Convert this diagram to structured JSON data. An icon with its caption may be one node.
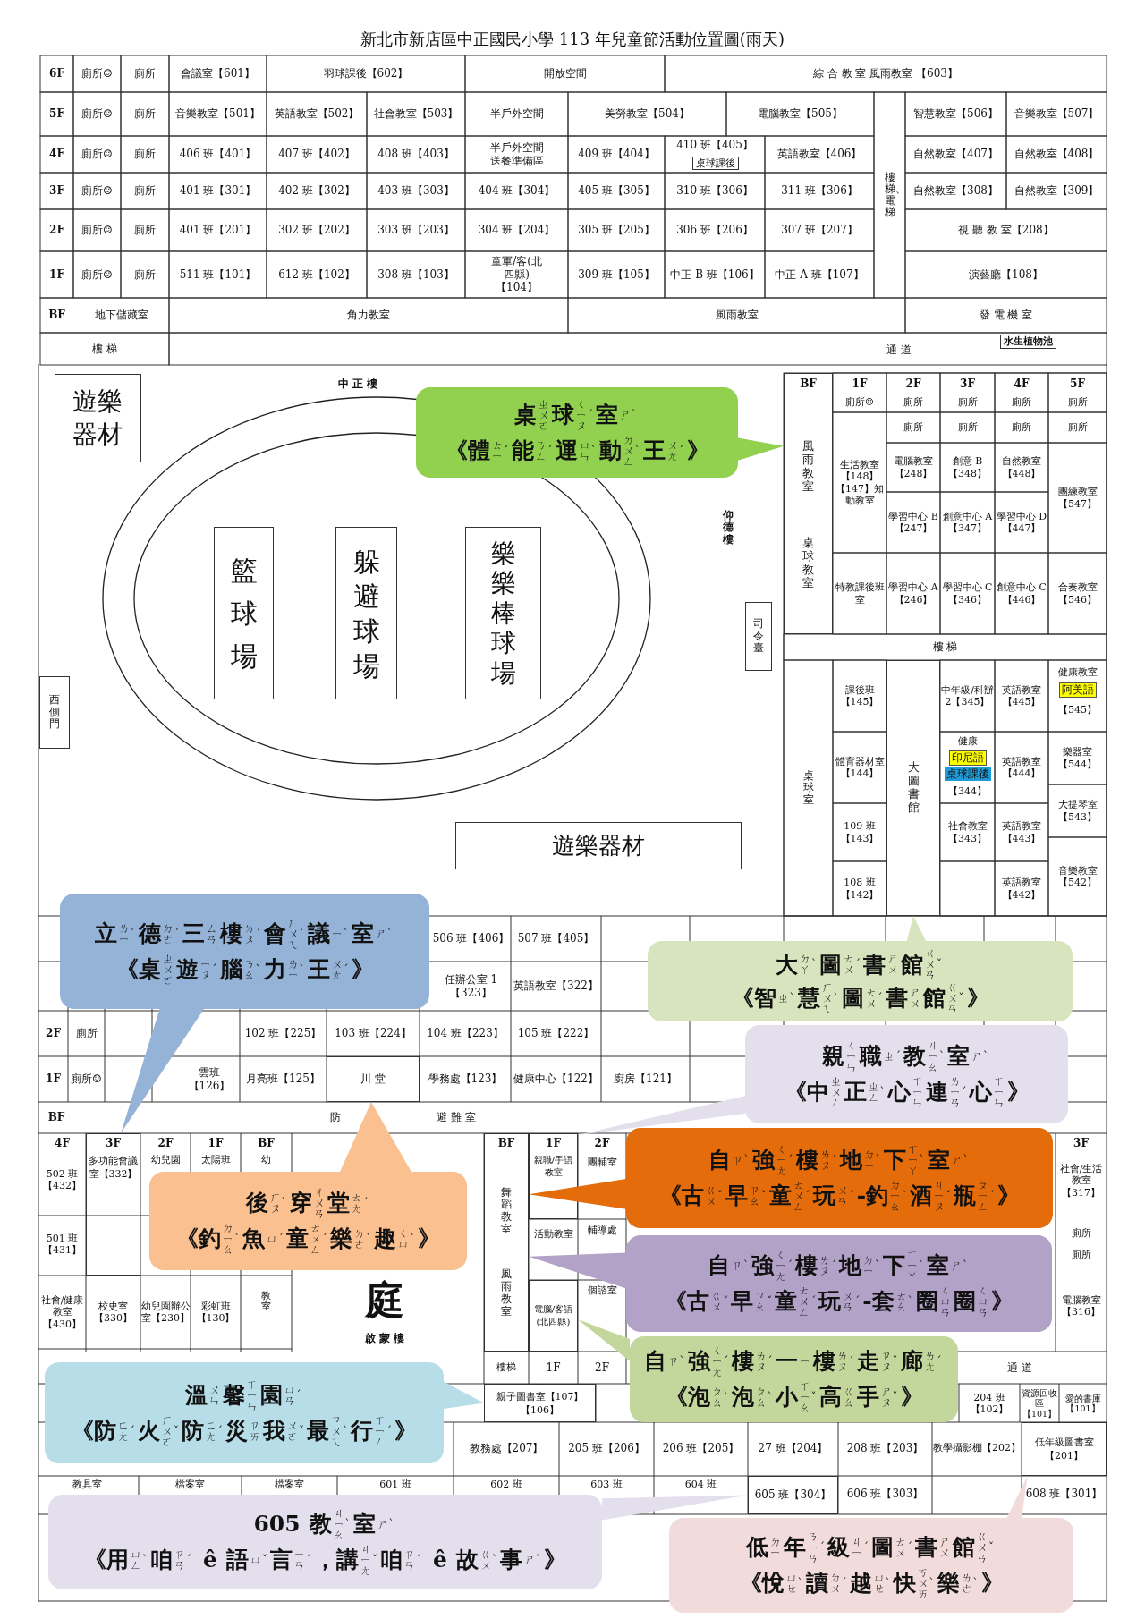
{
  "diagram": {
    "title": "新北市新店區中正國民小學 113 年兒童節活動位置圖(雨天)",
    "nodes": [
      {
        "text": [
          "遊樂器材"
        ]
      },
      {
        "text": [
          "籃球場"
        ]
      },
      {
        "text": [
          "躲避球場"
        ]
      },
      {
        "text": [
          "樂樂棒球場"
        ]
      },
      {
        "text": [
          "桌ㄓㄨㄛ球ㄑㄧㄡˊ室ㄕˋ",
          "《體ㄊㄧˇ能ㄋㄥˊ運ㄩㄣˋ動ㄉㄨㄥˋ王ㄨㄤˊ》"
        ]
      },
      {
        "text": [
          "風雨教室",
          "桌球教室"
        ]
      },
      {
        "text": [
          "司令臺"
        ]
      },
      {
        "text": [
          "西側門"
        ]
      },
      {
        "text": [
          "遊樂器材"
        ]
      },
      {
        "text": [
          "大圖書館"
        ]
      },
      {
        "text": [
          "立ㄌㄧˋ德ㄉㄜˊ三ㄙㄢ樓ㄌㄡˊ會ㄏㄨㄟˋ議ㄧˋ室ㄕˋ",
          "《桌ㄓㄨㄛ遊ㄧㄡˊ腦ㄋㄠˇ力ㄌㄧˋ王ㄨㄤˊ》"
        ]
      },
      {
        "text": [
          "大ㄉㄚˋ圖ㄊㄨˊ書ㄕㄨ館ㄍㄨㄢˇ",
          "《智ㄓˋ慧ㄏㄨㄟˋ圖ㄊㄨˊ書ㄕㄨ館ㄍㄨㄢˇ》"
        ]
      },
      {
        "text": [
          "親ㄑㄧㄣ職ㄓˊ教ㄐㄧㄠˋ室ㄕˋ",
          "《中ㄓㄨㄥ正ㄓㄥˋ心ㄒㄧㄣ連ㄌㄧㄢˊ心ㄒㄧㄣ》"
        ]
      },
      {
        "text": [
          "川 堂"
        ]
      },
      {
        "text": [
          "多功能會議室【332】"
        ]
      },
      {
        "text": [
          "後ㄏㄡˋ穿ㄔㄨㄢ堂ㄊㄤˊ",
          "《釣ㄉㄧㄠˋ魚ㄩˊ童ㄊㄨㄥˊ樂ㄌㄜˋ趣ㄑㄩˋ》"
        ]
      },
      {
        "text": [
          "舞蹈教室",
          "風雨教室"
        ]
      },
      {
        "text": [
          "親職/手語教室"
        ]
      },
      {
        "text": [
          "自ㄗˋ強ㄑㄧㄤˊ樓ㄌㄡˊ地ㄉㄧˋ下ㄒㄧㄚˋ室ㄕˋ",
          "《古ㄍㄨˇ早ㄗㄠˇ童ㄊㄨㄥˊ玩ㄨㄢˊ-釣ㄉㄧㄠˋ酒ㄐㄧㄡˇ瓶ㄆㄧㄥˊ》"
        ]
      },
      {
        "text": [
          "自ㄗˋ強ㄑㄧㄤˊ樓ㄌㄡˊ地ㄉㄧˋ下ㄒㄧㄚˋ室ㄕˋ",
          "《古ㄍㄨˇ早ㄗㄠˇ童ㄊㄨㄥˊ玩ㄨㄢˊ-套ㄊㄠˋ圈ㄑㄩㄢ圈ㄑㄩㄢ》"
        ]
      },
      {
        "text": [
          "電腦/客語(北四縣)"
        ]
      },
      {
        "text": [
          "自ㄗˋ強ㄑㄧㄤˊ樓ㄌㄡˊ一ㄧ樓ㄌㄡˊ走ㄗㄡˇ廊ㄌㄤˊ",
          "《泡ㄆㄠˋ泡ㄆㄠˋ小ㄒㄧㄠˇ高ㄍㄠ手ㄕㄡˇ》"
        ]
      },
      {
        "text": [
          "溫ㄨㄣ馨ㄒㄧㄣ園ㄩㄢˊ",
          "《防ㄈㄤˊ火ㄏㄨㄛˇ防ㄈㄤˊ災ㄗㄞ我ㄨㄛˇ最ㄗㄨㄟˋ行ㄒㄧㄥˊ》"
        ]
      },
      {
        "text": [
          "親子圖書室【107】【106】"
        ]
      },
      {
        "text": [
          "低年級圖書室【201】"
        ]
      },
      {
        "text": [
          "605 班【304】"
        ]
      },
      {
        "text": [
          "605 教ㄐㄧㄠˋ室ㄕˋ",
          "《用ㄩㄥˋ咱ㄗㄢˊ ê 語ㄩˇ言ㄧㄢˊ，講ㄐㄧㄤˇ咱ㄗㄢˊ ê 故ㄍㄨˋ事ㄕˋ》"
        ]
      },
      {
        "text": [
          "低ㄉㄧ年ㄋㄧㄢˊ級ㄐㄧˊ圖ㄊㄨˊ書ㄕㄨ館ㄍㄨㄢˇ",
          "《悅ㄩㄝˋ讀ㄉㄨˊ越ㄩㄝˋ快ㄎㄨㄞˋ樂ㄌㄜˋ》"
        ]
      }
    ],
    "edges": [
      {
        "from": 4,
        "to": 5,
        "arrow": "to",
        "color": "#92d050"
      },
      {
        "from": 10,
        "to": 14,
        "arrow": "to",
        "color": "#95b3d7"
      },
      {
        "from": 15,
        "to": 13,
        "arrow": "to",
        "color": "#fac090"
      },
      {
        "from": 11,
        "to": 9,
        "arrow": "to",
        "color": "#d7e4bd"
      },
      {
        "from": 12,
        "to": 17,
        "arrow": "to",
        "color": "#e4dfec"
      },
      {
        "from": 18,
        "to": 16,
        "arrow": "to",
        "color": "#e46c0a"
      },
      {
        "from": 19,
        "to": 16,
        "arrow": "to",
        "color": "#b3a2c7"
      },
      {
        "from": 21,
        "to": 20,
        "arrow": "to",
        "color": "#c3d69b"
      },
      {
        "from": 22,
        "to": 23,
        "arrow": "to",
        "color": "#b7dee8"
      },
      {
        "from": 26,
        "to": 25,
        "arrow": "to",
        "color": "#e4dfec"
      },
      {
        "from": 27,
        "to": 24,
        "arrow": "to",
        "color": "#f2dcdb"
      }
    ],
    "labels": [
      "6F",
      "廁所☺",
      "廁所",
      "會議室【601】",
      "羽球課後【602】",
      "開放空間",
      "綜 合 教 室 風雨教室 【603】",
      "5F",
      "廁所☺",
      "廁所",
      "音樂教室【501】",
      "英語教室【502】",
      "社會教室【503】",
      "半戶外空間",
      "美勞教室【504】",
      "電腦教室【505】",
      "樓梯、電梯",
      "智慧教室【506】",
      "音樂教室【507】",
      "4F",
      "廁所☺",
      "廁所",
      "406 班【401】",
      "407 班【402】",
      "408 班【403】",
      "半戶外空間送餐準備區",
      "409 班【404】",
      "410 班【405】",
      "桌球課後",
      "英語教室【406】",
      "自然教室【407】",
      "自然教室【408】",
      "3F",
      "廁所☺",
      "廁所",
      "401 班【301】",
      "402 班【302】",
      "403 班【303】",
      "404 班【304】",
      "405 班【305】",
      "310 班【306】",
      "311 班【306】",
      "自然教室【308】",
      "自然教室【309】",
      "2F",
      "廁所☺",
      "廁所",
      "401 班【201】",
      "302 班【202】",
      "303 班【203】",
      "304 班【204】",
      "305 班【205】",
      "306 班【206】",
      "307 班【207】",
      "視 聽 教 室【208】",
      "1F",
      "廁所☺",
      "廁所",
      "511 班【101】",
      "612 班【102】",
      "308 班【103】",
      "童軍/客(北四縣)【104】",
      "309 班【105】",
      "中正 B 班【106】",
      "中正 A 班【107】",
      "演藝廳【108】",
      "BF",
      "地下儲藏室",
      "角力教室",
      "風雨教室",
      "發 電 機 室",
      "樓 梯",
      "通 道",
      "水生植物池",
      "中 正 樓",
      "仰德樓",
      "BF",
      "1F",
      "廁所☺",
      "2F",
      "廁所",
      "3F",
      "廁所",
      "4F",
      "廁所",
      "5F",
      "廁所",
      "生活教室【148】【147】知動教室",
      "廁所",
      "廁所",
      "廁所",
      "廁所",
      "電腦教室【248】",
      "創意 B【348】",
      "自然教室【448】",
      "團練教室【547】",
      "學習中心 B【247】",
      "創意中心 A【347】",
      "學習中心 D【447】",
      "特教課後班室",
      "學習中心 A【246】",
      "學習中心 C【346】",
      "創意中心 C【446】",
      "合奏教室【546】",
      "樓 梯",
      "桌球室",
      "課後班【145】",
      "中年級/科辦 2【345】",
      "英語教室【445】",
      "健康教室",
      "阿美語",
      "【545】",
      "體育器材室【144】",
      "健康",
      "印尼語",
      "桌球課後",
      "【344】",
      "英語教室【444】",
      "樂器室【544】",
      "大提琴室【543】",
      "109 班【143】",
      "社會教室【343】",
      "英語教室【443】",
      "音樂教室【542】",
      "108 班【142】",
      "英語教室【442】",
      "506 班【406】",
      "507 班【405】",
      "任辦公室 1【323】",
      "英語教室【322】",
      "2F",
      "廁所",
      "102 班【225】",
      "103 班【224】",
      "104 班【223】",
      "105 班【222】",
      "1F",
      "廁所☺",
      "雲班【126】",
      "月亮班【125】",
      "學務處【123】",
      "健康中心【122】",
      "廚房【121】",
      "BF",
      "防",
      "避 難 室",
      "4F",
      "502 班【432】",
      "3F",
      "2F",
      "幼兒園",
      "1F",
      "太陽班",
      "BF",
      "幼",
      "501 班【431】",
      "社會/健康教室【430】",
      "校史室【330】",
      "幼兒園辦公室【230】",
      "彩虹班【130】",
      "教室",
      "庭",
      "啟 蒙 樓",
      "BF",
      "1F",
      "2F",
      "團輔室",
      "活動教室",
      "輔導處",
      "個諮室",
      "3F",
      "社會/生活教室【317】",
      "廁所",
      "廁所",
      "電腦教室【316】",
      "樓梯",
      "1F",
      "2F",
      "通 道",
      "204 班【102】",
      "資源回收區【101】",
      "愛的書庫【101】",
      "教務處【207】",
      "205 班【206】",
      "206 班【205】",
      "27 班【204】",
      "208 班【203】",
      "教學攝影棚【202】",
      "教具室",
      "檔案室",
      "檔案室",
      "601 班",
      "602 班",
      "603 班",
      "604 班",
      "606 班【303】",
      "608 班【301】"
    ]
  }
}
